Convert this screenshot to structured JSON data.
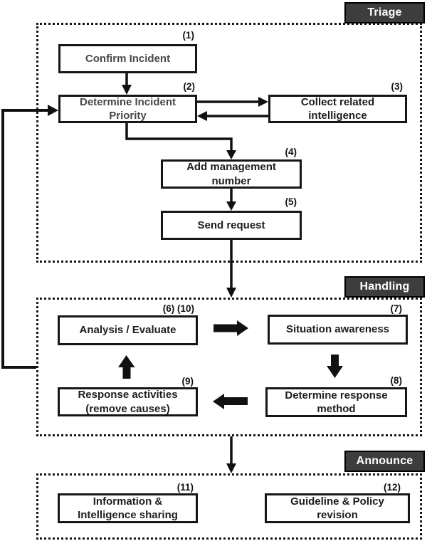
{
  "sections": {
    "triage": {
      "label": "Triage"
    },
    "handling": {
      "label": "Handling"
    },
    "announce": {
      "label": "Announce"
    }
  },
  "nodes": {
    "n1": {
      "number": "(1)",
      "label": "Confirm Incident"
    },
    "n2": {
      "number": "(2)",
      "label": "Determine Incident\nPriority"
    },
    "n3": {
      "number": "(3)",
      "label": "Collect related\nintelligence"
    },
    "n4": {
      "number": "(4)",
      "label": "Add management\nnumber"
    },
    "n5": {
      "number": "(5)",
      "label": "Send request"
    },
    "n6": {
      "number": "(6) (10)",
      "label": "Analysis / Evaluate"
    },
    "n7": {
      "number": "(7)",
      "label": "Situation awareness"
    },
    "n8": {
      "number": "(8)",
      "label": "Determine response\nmethod"
    },
    "n9": {
      "number": "(9)",
      "label": "Response activities\n(remove causes)"
    },
    "n11": {
      "number": "(11)",
      "label": "Information &\nIntelligence sharing"
    },
    "n12": {
      "number": "(12)",
      "label": "Guideline & Policy\nrevision"
    }
  },
  "edges": [
    {
      "from": "(1) Confirm Incident",
      "to": "(2) Determine Incident Priority",
      "style": "thin-arrow"
    },
    {
      "from": "(2) Determine Incident Priority",
      "to": "(3) Collect related intelligence",
      "style": "thin-arrow"
    },
    {
      "from": "(3) Collect related intelligence",
      "to": "(2) Determine Incident Priority",
      "style": "thin-arrow"
    },
    {
      "from": "(2) Determine Incident Priority",
      "to": "(4) Add management number",
      "style": "thin-arrow-elbow"
    },
    {
      "from": "(4) Add management number",
      "to": "(5) Send request",
      "style": "thin-arrow"
    },
    {
      "from": "(5) Send request",
      "to": "Handling zone",
      "style": "thin-arrow"
    },
    {
      "from": "(6) Analysis / Evaluate",
      "to": "(7) Situation awareness",
      "style": "block-arrow"
    },
    {
      "from": "(7) Situation awareness",
      "to": "(8) Determine response method",
      "style": "block-arrow"
    },
    {
      "from": "(8) Determine response method",
      "to": "(9) Response activities",
      "style": "block-arrow"
    },
    {
      "from": "(9) Response activities",
      "to": "(6) Analysis / Evaluate",
      "style": "block-arrow"
    },
    {
      "from": "Handling zone",
      "to": "(2) Determine Incident Priority",
      "style": "thin-arrow-feedback"
    },
    {
      "from": "Handling zone",
      "to": "Announce zone",
      "style": "thin-arrow"
    }
  ],
  "colors": {
    "background": "#ffffff",
    "section_label_bg": "#3d3d3d",
    "section_label_text": "#ffffff",
    "box_border": "#161616",
    "box_text_primary": "#1d1d1d",
    "box_text_muted": "#474747",
    "line": "#111111"
  }
}
